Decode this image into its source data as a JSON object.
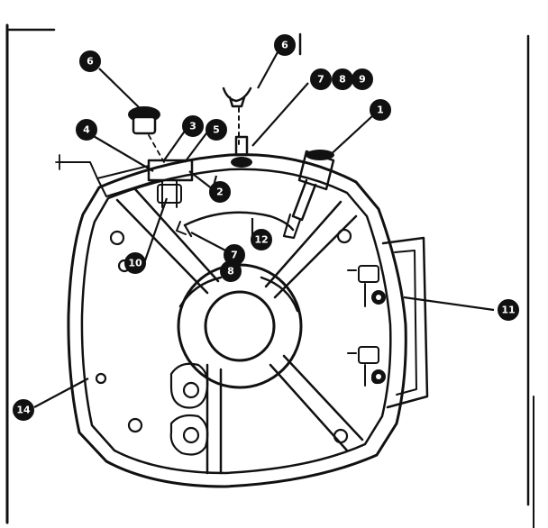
{
  "diagram": {
    "callouts": {
      "c1": "1",
      "c2": "2",
      "c3": "3",
      "c4": "4",
      "c5": "5",
      "c6": "6",
      "c7a": "7",
      "c8a": "8",
      "c9": "9",
      "c7b": "7",
      "c8b": "8",
      "c10": "10",
      "c11": "11",
      "c12": "12",
      "c14": "14",
      "c6b": "6"
    }
  },
  "colors": {
    "ink": "#111111",
    "paper": "#ffffff"
  }
}
